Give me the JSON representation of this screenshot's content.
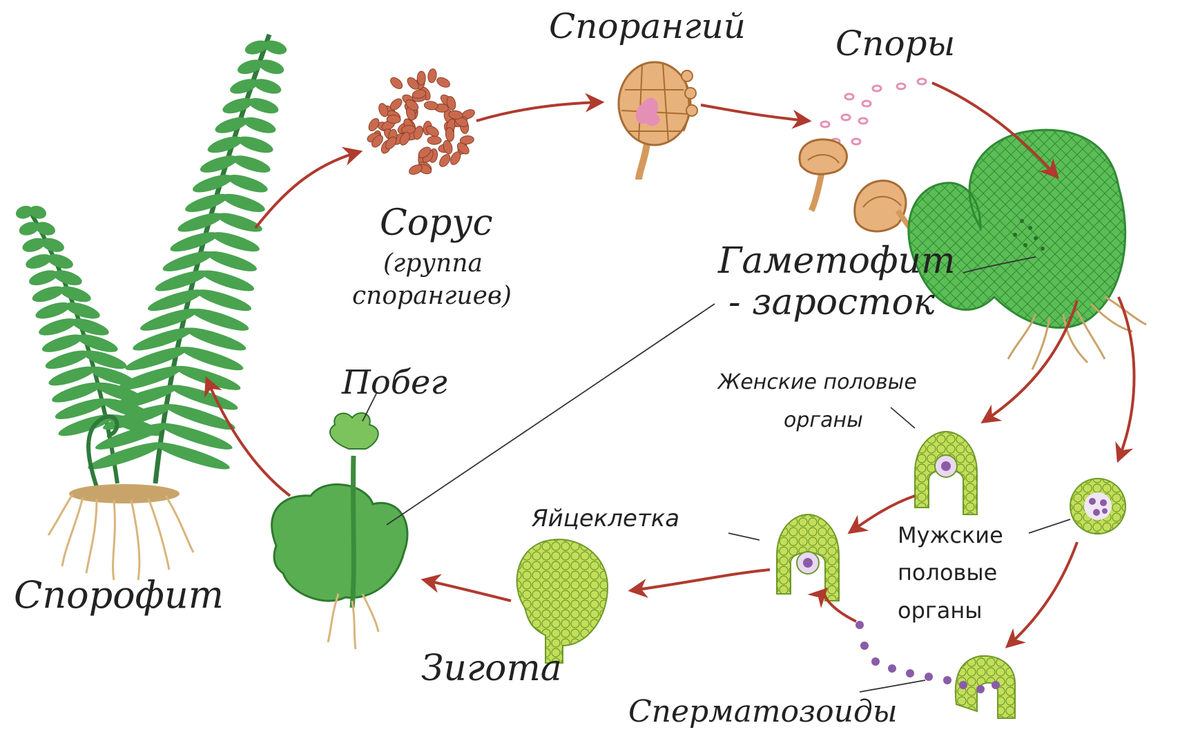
{
  "labels": {
    "sporophyte": "Спорофит",
    "sorus": "Сорус",
    "sorus_note_1": "(группа",
    "sorus_note_2": "спорангиев)",
    "sporangium": "Спорангий",
    "spores": "Споры",
    "gametophyte_1": "Гаметофит",
    "gametophyte_2": "- заросток",
    "shoot": "Побег",
    "female_1": "Женские половые",
    "female_2": "органы",
    "egg": "Яйцеклетка",
    "male_1": "Мужские",
    "male_2": "половые",
    "male_3": "органы",
    "zygote": "Зигота",
    "sperm": "Сперматозоиды"
  },
  "colors": {
    "arrow": "#b03a2e",
    "fern_dark": "#2f7a3a",
    "fern_light": "#49a34f",
    "gametophyte": "#52b44e",
    "cells": "#b6d84a",
    "sorus": "#c96a4e",
    "sporangium": "#e7b27c",
    "spore": "#e58fb6",
    "nucleus": "#8a5ca8",
    "root": "#d8b57c"
  },
  "icons": [
    "fern-sporophyte-icon",
    "sorus-icon",
    "sporangium-icon",
    "open-sporangium-icon",
    "gametophyte-icon",
    "archegonium-icon",
    "antheridium-icon",
    "zygote-icon",
    "young-sporophyte-icon",
    "sperm-icon"
  ]
}
